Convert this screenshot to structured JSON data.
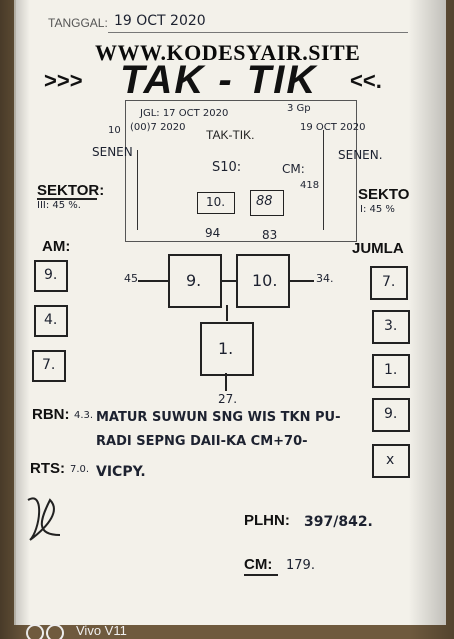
{
  "header": {
    "tanggal_label": "TANGGAL:",
    "tanggal_value": "19 OCT 2020",
    "watermark": "WWW.KODESYAIR.SITE",
    "title": "TAK - TIK",
    "arrows_left": ">>>",
    "arrows_right": "<<."
  },
  "inner_card": {
    "jgl_line": "JGL: 17 OCT 2020",
    "num_left": "10",
    "num_left2": "(00)7 2020",
    "center_title": "TAK-TIK.",
    "num_right_top": "3 Gp",
    "num_right": "19 OCT 2020",
    "day_left": "SENEN",
    "day_right": "SENEN.",
    "sio_label": "S10:",
    "cm_label": "CM:",
    "cm_value": "418",
    "box_a": "10.",
    "box_b": "88",
    "below_a": "94",
    "below_b": "83"
  },
  "left_column": {
    "sektor_label": "SEKTOR:",
    "sektor_value": "III: 45 %.",
    "am_label": "AM:",
    "boxes": [
      "9.",
      "4.",
      "7."
    ]
  },
  "right_column": {
    "sektor_label": "SEKTO",
    "sektor_value": "I: 45 %",
    "jumlah_label": "JUMLA",
    "boxes": [
      "7.",
      "3.",
      "1.",
      "9.",
      "x"
    ]
  },
  "diagram": {
    "left_input": "45.",
    "box_left": "9.",
    "box_right": "10.",
    "right_output": "34.",
    "box_bottom": "1.",
    "bottom_output": "27."
  },
  "rbn": {
    "label": "RBN:",
    "pct": "4.3.",
    "line1": "MATUR SUWUN SNG WIS TKN PU-",
    "line2": "RADI SEPNG DAII-KA CM+70-"
  },
  "rts": {
    "label": "RTS:",
    "pct": "7.0.",
    "value": "VICPY."
  },
  "plhn": {
    "label": "PLHN:",
    "value": "397/842."
  },
  "cm_bottom": {
    "label": "CM:",
    "value": "179."
  },
  "footer": {
    "camera_watermark": "Vivo V11"
  }
}
